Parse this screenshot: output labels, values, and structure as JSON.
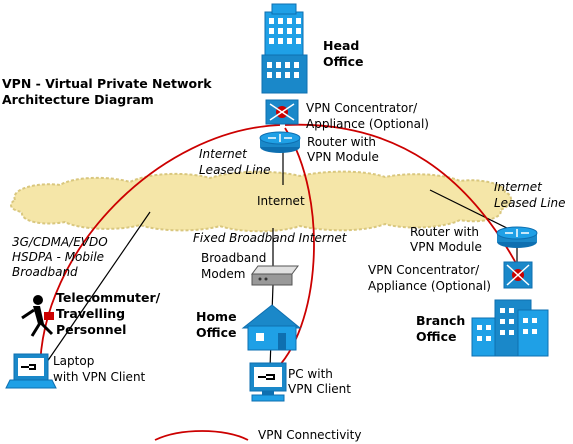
{
  "title": [
    "VPN - Virtual Private Network",
    "Architecture Diagram"
  ],
  "head_office": [
    "Head",
    "Office"
  ],
  "vpn_concentrator_head": [
    "VPN Concentrator/",
    "Appliance (Optional)"
  ],
  "router_head": [
    "Router with",
    "VPN Module"
  ],
  "internet_leased_line_head": [
    "Internet",
    "Leased Line"
  ],
  "internet_label": "Internet",
  "internet_leased_line_branch": [
    "Internet",
    "Leased Line"
  ],
  "mobile_broadband": [
    "3G/CDMA/EVDO",
    "HSDPA - Mobile",
    "Broadband"
  ],
  "fixed_broadband": "Fixed Broadband Internet",
  "broadband_modem": [
    "Broadband",
    "Modem"
  ],
  "router_branch": [
    "Router with",
    "VPN Module"
  ],
  "vpn_concentrator_branch": [
    "VPN Concentrator/",
    "Appliance (Optional)"
  ],
  "telecommuter": [
    "Telecommuter/",
    "Travelling",
    "Personnel"
  ],
  "home_office": [
    "Home",
    "Office"
  ],
  "branch_office": [
    "Branch",
    "Office"
  ],
  "laptop": [
    "Laptop",
    "with VPN Client"
  ],
  "pc": [
    "PC with",
    "VPN Client"
  ],
  "legend_label": "VPN Connectivity",
  "colors": {
    "vpn_line": "#cc0000",
    "building": "#1fa0e6",
    "building_dark": "#0e6fb0",
    "device": "#1a88c9",
    "cloud": "#f5e6a8",
    "cloud_edge": "#d9c77e"
  }
}
